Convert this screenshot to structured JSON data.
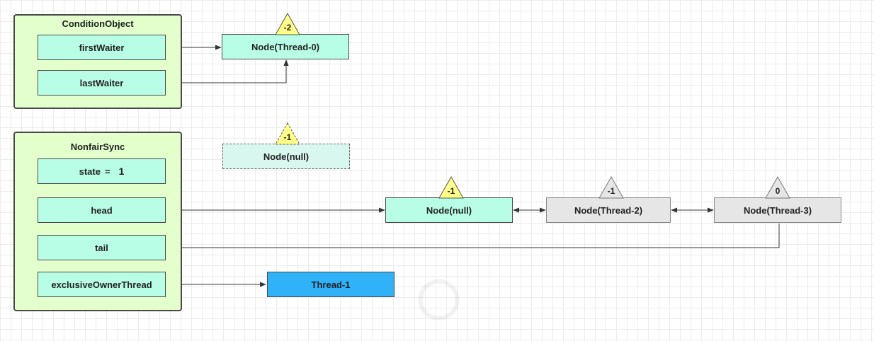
{
  "condition_object": {
    "title": "ConditionObject",
    "fields": [
      {
        "label": "firstWaiter"
      },
      {
        "label": "lastWaiter"
      }
    ]
  },
  "nonfair_sync": {
    "title": "NonfairSync",
    "state": {
      "label": "state",
      "eq": "=",
      "value": "1"
    },
    "fields": [
      {
        "label": "head"
      },
      {
        "label": "tail"
      },
      {
        "label": "exclusiveOwnerThread"
      }
    ]
  },
  "nodes": {
    "thread0": {
      "label": "Node(Thread-0)",
      "status": "-2"
    },
    "null_dashed": {
      "label": "Node(null)",
      "status": "-1"
    },
    "null_head": {
      "label": "Node(null)",
      "status": "-1"
    },
    "thread2": {
      "label": "Node(Thread-2)",
      "status": "-1"
    },
    "thread3": {
      "label": "Node(Thread-3)",
      "status": "0"
    }
  },
  "owner_thread": {
    "label": "Thread-1"
  },
  "colors": {
    "container_bg": "#e2ffcc",
    "field_bg": "#b8fde6",
    "node_gray": "#e6e6e6",
    "thread_blue": "#2fb2f7",
    "status_yellow": "#ffff88",
    "status_gray": "#e6e6e6"
  }
}
